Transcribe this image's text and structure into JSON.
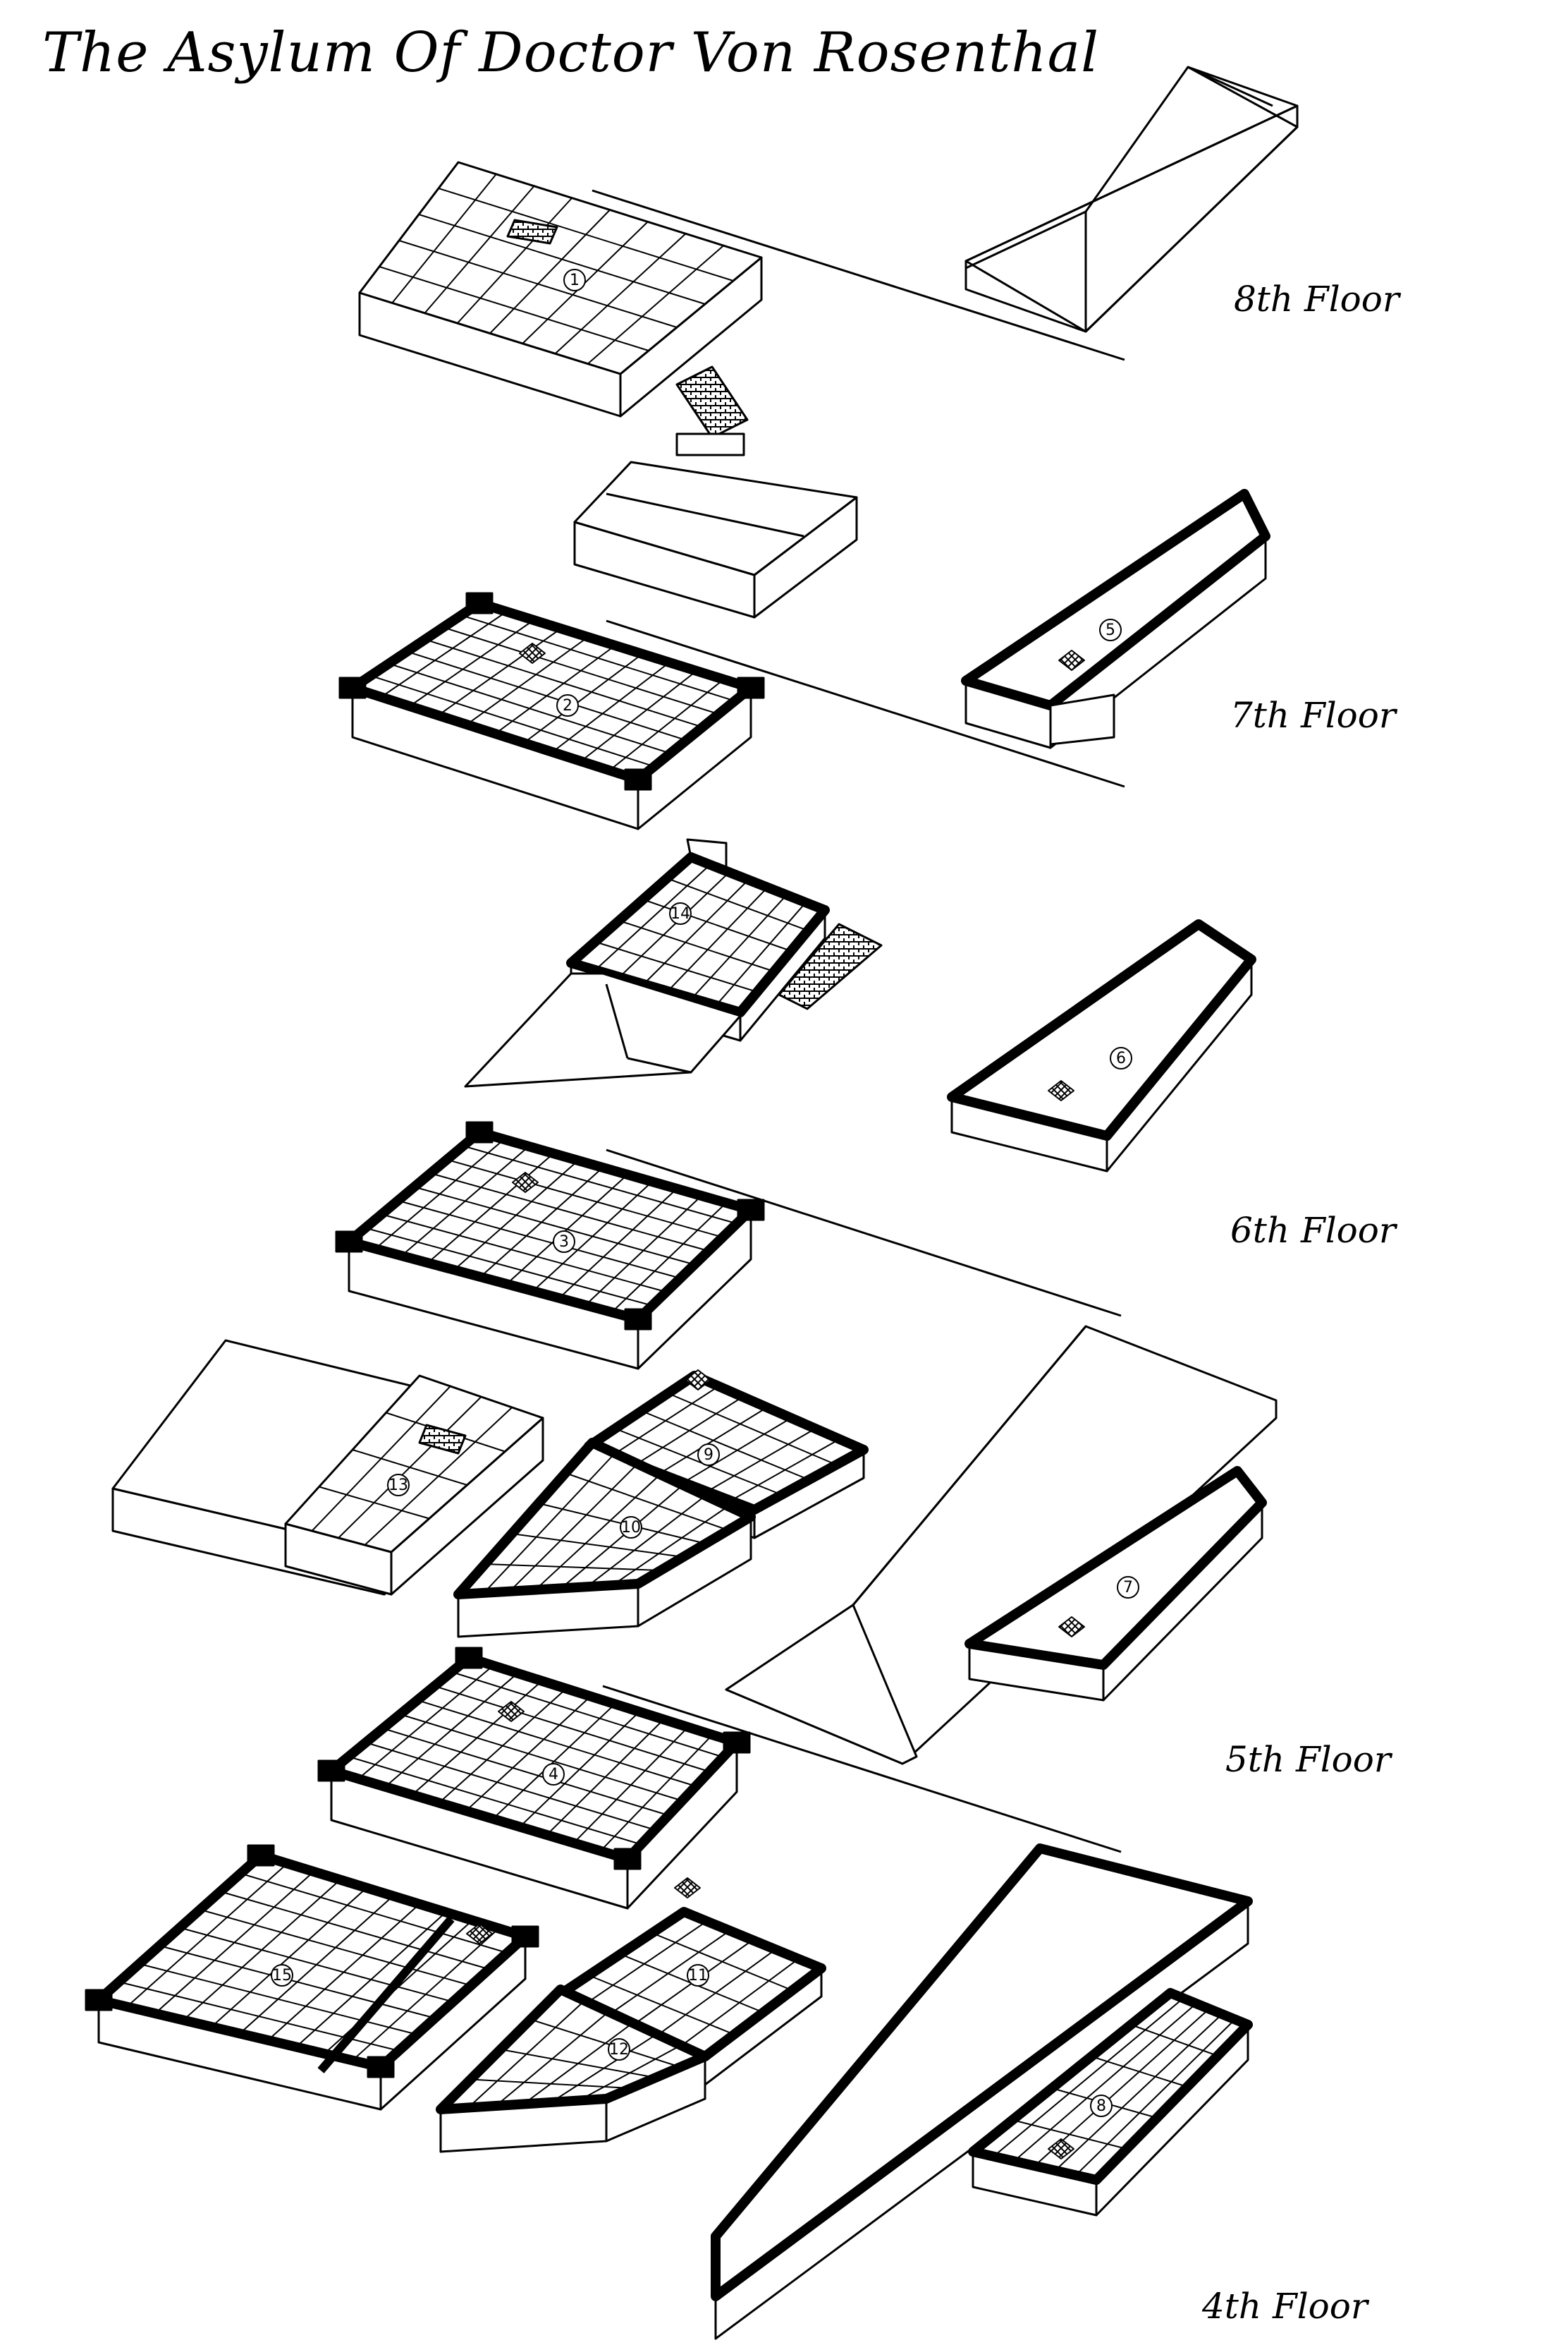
{
  "title": "The Asylum Of Doctor Von Rosenthal",
  "floors": [
    {
      "label": "8th Floor"
    },
    {
      "label": "7th Floor"
    },
    {
      "label": "6th Floor"
    },
    {
      "label": "5th Floor"
    },
    {
      "label": "4th Floor"
    }
  ],
  "rooms": [
    "1",
    "2",
    "3",
    "4",
    "5",
    "6",
    "7",
    "8",
    "9",
    "10",
    "11",
    "12",
    "13",
    "14",
    "15"
  ]
}
